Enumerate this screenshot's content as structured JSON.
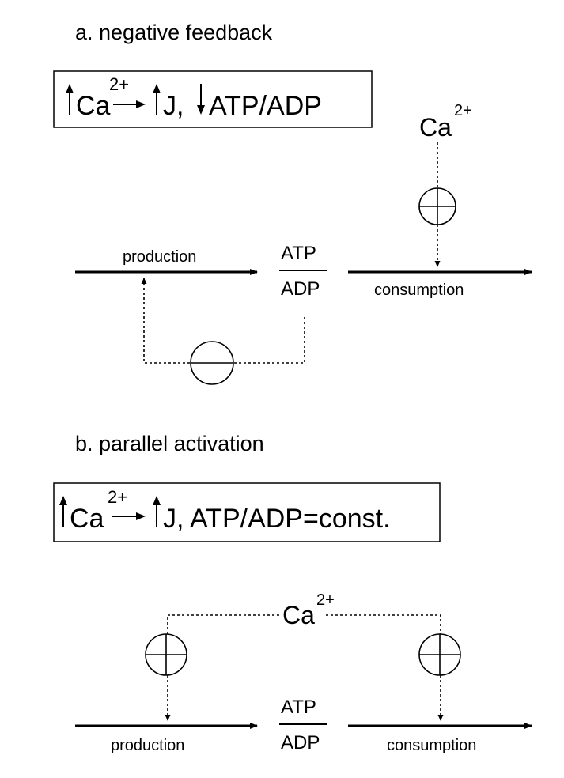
{
  "panel_a": {
    "title": "a.  negative feedback",
    "summary": {
      "ca": "Ca",
      "ca_charge": "2+",
      "effect": "J,",
      "ratio": "ATP/ADP"
    },
    "ca_label": "Ca",
    "ca_charge": "2+",
    "ratio_top": "ATP",
    "ratio_bottom": "ADP",
    "production_label": "production",
    "consumption_label": "consumption",
    "activation_symbol": "plus",
    "inhibition_symbol": "minus"
  },
  "panel_b": {
    "title": "b.  parallel activation",
    "summary": {
      "ca": "Ca",
      "ca_charge": "2+",
      "effect": "J, ATP/ADP=const."
    },
    "ca_label": "Ca",
    "ca_charge": "2+",
    "ratio_top": "ATP",
    "ratio_bottom": "ADP",
    "production_label": "production",
    "consumption_label": "consumption",
    "activation_symbol": "plus"
  }
}
